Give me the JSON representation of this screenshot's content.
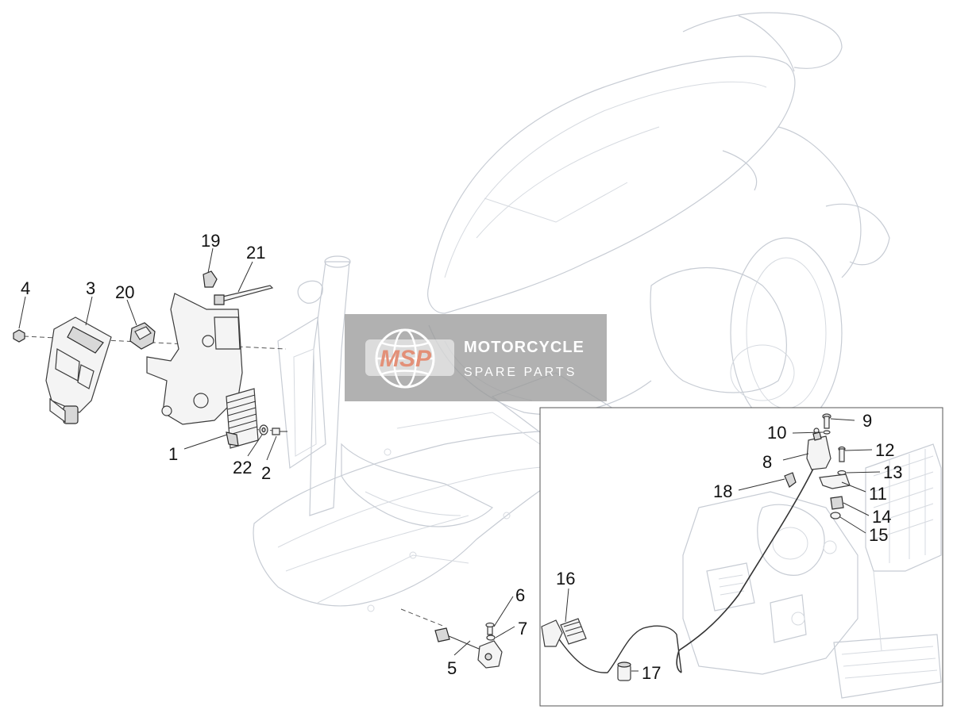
{
  "diagram": {
    "callouts": [
      {
        "id": "c1",
        "label": "1"
      },
      {
        "id": "c2",
        "label": "2"
      },
      {
        "id": "c3",
        "label": "3"
      },
      {
        "id": "c4",
        "label": "4"
      },
      {
        "id": "c5",
        "label": "5"
      },
      {
        "id": "c6",
        "label": "6"
      },
      {
        "id": "c7",
        "label": "7"
      },
      {
        "id": "c8",
        "label": "8"
      },
      {
        "id": "c9",
        "label": "9"
      },
      {
        "id": "c10",
        "label": "10"
      },
      {
        "id": "c11",
        "label": "11"
      },
      {
        "id": "c12",
        "label": "12"
      },
      {
        "id": "c13",
        "label": "13"
      },
      {
        "id": "c14",
        "label": "14"
      },
      {
        "id": "c15",
        "label": "15"
      },
      {
        "id": "c16",
        "label": "16"
      },
      {
        "id": "c17",
        "label": "17"
      },
      {
        "id": "c18",
        "label": "18"
      },
      {
        "id": "c19",
        "label": "19"
      },
      {
        "id": "c20",
        "label": "20"
      },
      {
        "id": "c21",
        "label": "21"
      },
      {
        "id": "c22",
        "label": "22"
      }
    ]
  },
  "watermark": {
    "logo_text": "MSP",
    "brand": "MOTORCYCLE",
    "tagline": "SPARE PARTS",
    "panel_color": "#9a9a9a",
    "logo_color": "#e0856a"
  }
}
